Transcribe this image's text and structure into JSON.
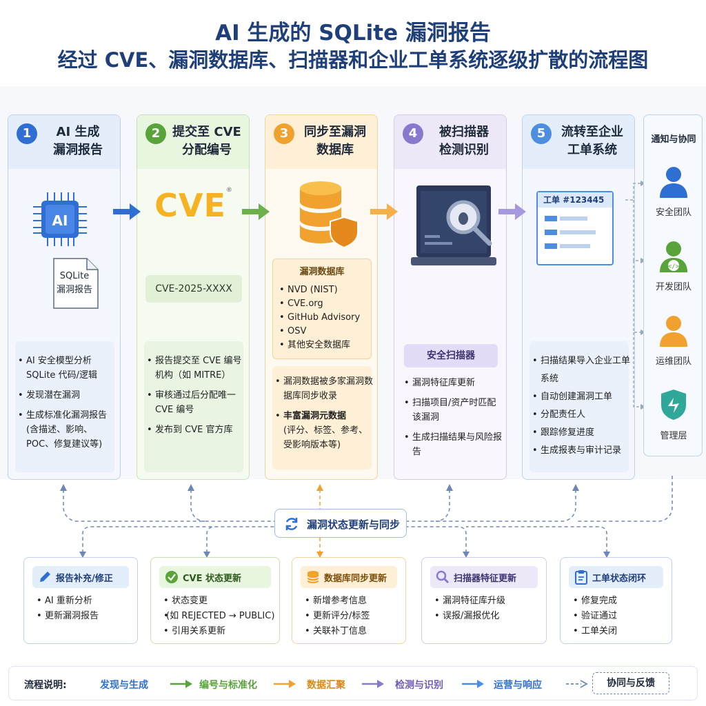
{
  "title": {
    "line1": "AI 生成的 SQLite 漏洞报告",
    "line2": "经过 CVE、漏洞数据库、扫描器和企业工单系统逐级扩散的流程图"
  },
  "stages": [
    {
      "num": "1",
      "title": "AI 生成\n漏洞报告",
      "chip_label": "AI",
      "file_label": "SQLite\n漏洞报告",
      "bullets": [
        "AI 安全模型分析 SQLite 代码/逻辑",
        "发现潜在漏洞",
        "生成标准化漏洞报告 (含描述、影响、POC、修复建议等)"
      ]
    },
    {
      "num": "2",
      "title": "提交至 CVE\n分配编号",
      "logo": "CVE",
      "logo_mark": "®",
      "cve_id": "CVE-2025-XXXX",
      "bullets": [
        "报告提交至 CVE 编号机构（如 MITRE）",
        "审核通过后分配唯一 CVE 编号",
        "发布到 CVE 官方库"
      ]
    },
    {
      "num": "3",
      "title": "同步至漏洞\n数据库",
      "db_header": "漏洞数据库",
      "db_list": [
        "NVD (NIST)",
        "CVE.org",
        "GitHub Advisory",
        "OSV",
        "其他安全数据库"
      ],
      "bullets_a": [
        "漏洞数据被多家漏洞数据库同步收录"
      ],
      "bullet_b_title": "丰富漏洞元数据",
      "bullet_b_sub": "(评分、标签、参考、受影响版本等)"
    },
    {
      "num": "4",
      "title": "被扫描器\n检测识别",
      "sub_header": "安全扫描器",
      "bullets": [
        "漏洞特征库更新",
        "扫描项目/资产时匹配该漏洞",
        "生成扫描结果与风险报告"
      ]
    },
    {
      "num": "5",
      "title": "流转至企业\n工单系统",
      "ticket_label": "工单 #123445",
      "bullets": [
        "扫描结果导入企业工单系统",
        "自动创建漏洞工单",
        "分配责任人",
        "跟踪修复进度",
        "生成报表与审计记录"
      ]
    }
  ],
  "notify": {
    "title": "通知与协同",
    "teams": [
      {
        "label": "安全团队",
        "color": "#2f6fd3"
      },
      {
        "label": "开发团队",
        "color": "#58a33a"
      },
      {
        "label": "运维团队",
        "color": "#f0a12e"
      },
      {
        "label": "管理层",
        "color": "#2fa89a"
      }
    ]
  },
  "sync_label": "漏洞状态更新与同步",
  "feedback_cards": [
    {
      "icon": "pencil-icon",
      "title": "报告补充/修正",
      "color": "#2f6fd3",
      "items": [
        "AI 重新分析",
        "更新漏洞报告"
      ]
    },
    {
      "icon": "check-circle-icon",
      "title": "CVE 状态更新",
      "color": "#58a33a",
      "items": [
        "状态变更",
        "(如 REJECTED → PUBLIC)",
        "引用关系更新"
      ]
    },
    {
      "icon": "database-icon",
      "title": "数据库同步更新",
      "color": "#f0a12e",
      "items": [
        "新增参考信息",
        "更新评分/标签",
        "关联补丁信息"
      ]
    },
    {
      "icon": "magnifier-icon",
      "title": "扫描器特征更新",
      "color": "#8a78cf",
      "items": [
        "漏洞特征库升级",
        "误报/漏报优化"
      ]
    },
    {
      "icon": "clipboard-icon",
      "title": "工单状态闭环",
      "color": "#2f6fd3",
      "items": [
        "修复完成",
        "验证通过",
        "工单关闭"
      ]
    }
  ],
  "legend": {
    "label": "流程说明:",
    "items": [
      {
        "text": "发现与生成",
        "color": "#2f6fd3"
      },
      {
        "text": "编号与标准化",
        "color": "#58a33a"
      },
      {
        "text": "数据汇聚",
        "color": "#f0a12e"
      },
      {
        "text": "检测与识别",
        "color": "#8a78cf"
      },
      {
        "text": "运营与响应",
        "color": "#2f6fd3"
      }
    ],
    "dashed_label": "协同与反馈"
  }
}
